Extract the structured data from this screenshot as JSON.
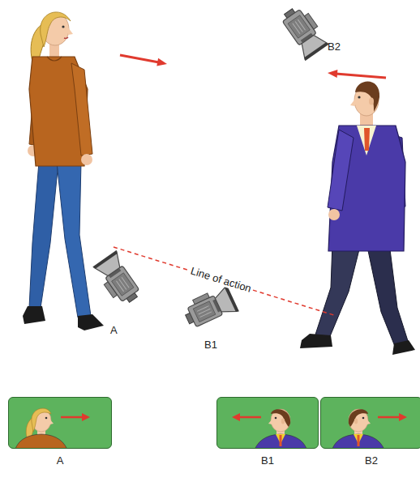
{
  "diagram": {
    "nodes": [
      {
        "text": [
          "A"
        ]
      },
      {
        "text": [
          "B1"
        ]
      },
      {
        "text": [
          "B2"
        ]
      }
    ],
    "labels": [
      "B2",
      "Line of action",
      "A",
      "B1"
    ]
  }
}
